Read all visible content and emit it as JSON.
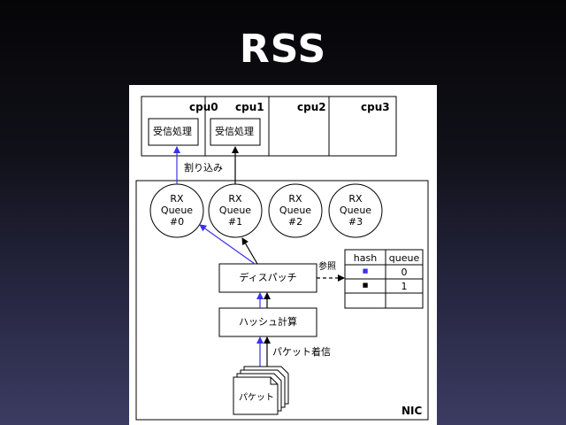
{
  "title": "RSS",
  "cpus": [
    {
      "label": "cpu0",
      "task": "受信処理"
    },
    {
      "label": "cpu1",
      "task": "受信処理"
    },
    {
      "label": "cpu2",
      "task": ""
    },
    {
      "label": "cpu3",
      "task": ""
    }
  ],
  "interrupt_label": "割り込み",
  "queues": [
    {
      "line1": "RX",
      "line2": "Queue",
      "line3": "#0"
    },
    {
      "line1": "RX",
      "line2": "Queue",
      "line3": "#1"
    },
    {
      "line1": "RX",
      "line2": "Queue",
      "line3": "#2"
    },
    {
      "line1": "RX",
      "line2": "Queue",
      "line3": "#3"
    }
  ],
  "dispatch_label": "ディスパッチ",
  "hash_calc_label": "ハッシュ計算",
  "packet_arrival_label": "パケット着信",
  "packet_label": "パケット",
  "reference_label": "参照",
  "hash_table": {
    "headers": [
      "hash",
      "queue"
    ],
    "rows": [
      {
        "marker": "■",
        "marker_color": "#3a32e6",
        "queue": "0"
      },
      {
        "marker": "■",
        "marker_color": "#000000",
        "queue": "1"
      },
      {
        "marker": "",
        "marker_color": "#000000",
        "queue": ""
      }
    ]
  },
  "nic_label": "NIC",
  "colors": {
    "accent": "#3a32e6",
    "line": "#000000"
  }
}
